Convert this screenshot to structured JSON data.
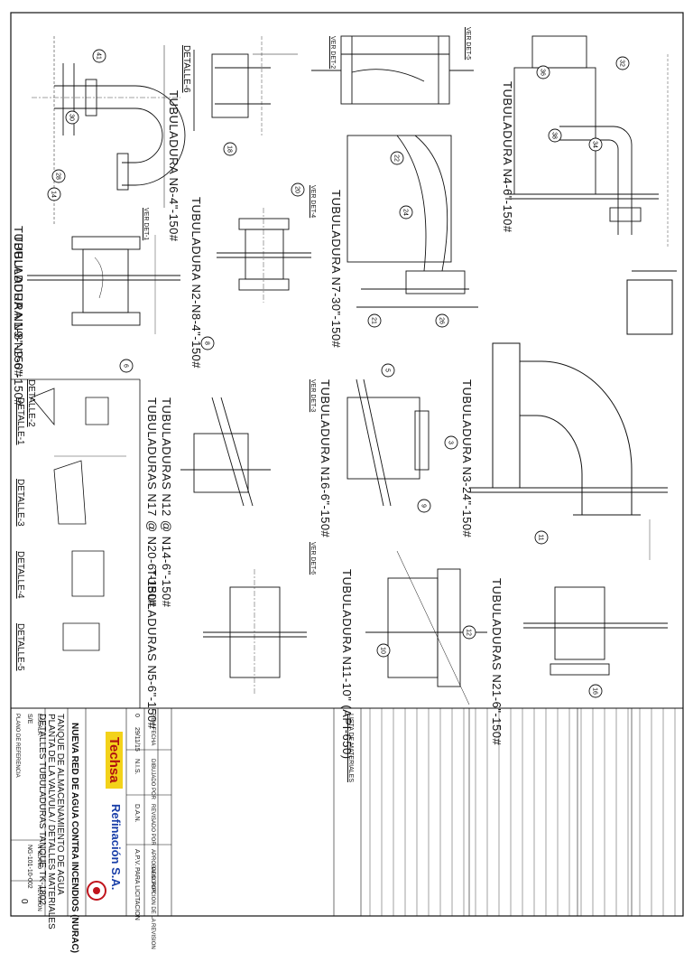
{
  "views": {
    "n1": "TUBULADURA N1-8\"-150#",
    "n2": "TUBULADURA N2-N8-4\"-150#",
    "n4": "TUBULADURA N4-6\"-150#",
    "n6": "TUBULADURA N6-4\"-150#",
    "n7": "TUBULADURA N7-30\"-150#",
    "n3": "TUBULADURA N3-24\"-150#",
    "n9": "TUBULADURA N9-N9-6\"-150#",
    "n12": "TUBULADURAS N12 @ N14-6\"-150#",
    "n17": "TUBULADURAS N17 @ N20-6\"-150#",
    "n16": "TUBULADURA N16-6\"-150#",
    "n5": "TUBULADURAS N5-6\"-150#",
    "n11": "TUBULADURA N11-10\" (API-650)",
    "n21": "TUBULADURAS N21-6\"-150#"
  },
  "details": {
    "d1": "DETALLE-1",
    "d2": "DETALLE-2",
    "d3": "DETALLE-3",
    "d4": "DETALLE-4",
    "d5": "DETALLE-5",
    "d6": "DETALLE-6"
  },
  "view_marks": [
    "VER DET-2",
    "VER DET-5",
    "VER DET-4",
    "VER DET-3",
    "VER DET-1",
    "VER DET-6"
  ],
  "bubbles": [
    "41",
    "30",
    "28",
    "14",
    "18",
    "20",
    "22",
    "24",
    "26",
    "21",
    "36",
    "38",
    "34",
    "32",
    "6",
    "8",
    "5",
    "3",
    "9",
    "10",
    "11",
    "12",
    "16"
  ],
  "title_block": {
    "revision_row": [
      "0",
      "29/11/15",
      "N.I.S.",
      "D.A.N.",
      "A.P.V.",
      "PARA LICITACION"
    ],
    "revision_headers": [
      "REV.",
      "FECHA",
      "DIBUJADO POR",
      "REVISADO POR",
      "APROBADO POR",
      "DESCRIPCION DE LA REVISION"
    ],
    "company_logo": "Techsa",
    "client_logo": "Refinación S.A.",
    "project": "NUEVA RED DE AGUA CONTRA INCENDIOS (NURAC)",
    "title_lines": [
      "TANQUE DE ALMACENAMIENTO DE AGUA",
      "PLANTA DE LA VALVULA / DETALLES MATERIALES",
      "DETALLES TUBULADURAS TANQUE TK-1802"
    ],
    "drawing_number": "NG-101-10-002",
    "revision": "0",
    "scale": "S/E",
    "small_labels": [
      "ESCALA",
      "REVISION",
      "N°PLANO",
      "PLANO DE REFERENCIA"
    ]
  },
  "materials_list_header": "LISTA DE MATERIALES"
}
